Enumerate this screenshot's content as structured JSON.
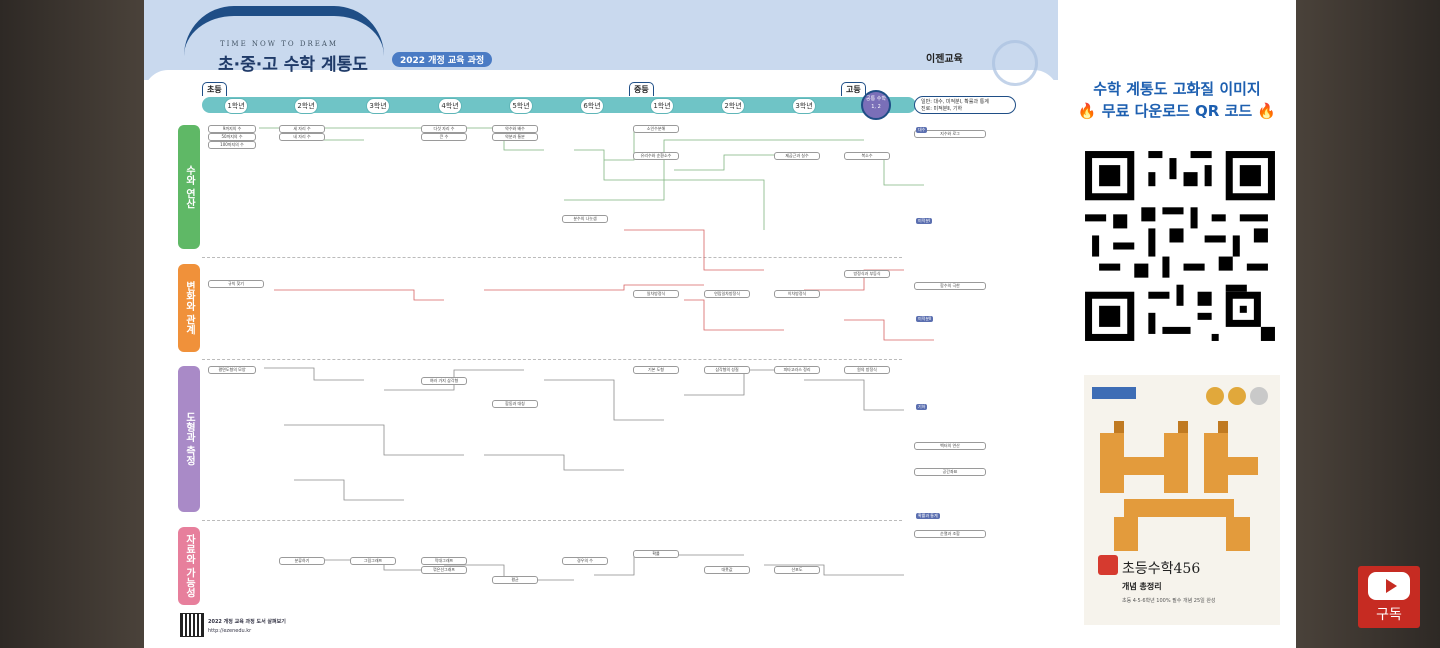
{
  "poster": {
    "tagline": "TIME NOW TO DREAM",
    "title": "초·중·고 수학 계통도",
    "curriculum": "2022 개정 교육 과정",
    "brand": "이젠교육",
    "stages": {
      "elementary": "초등",
      "middle": "중등",
      "high": "고등"
    },
    "elementary_grades": [
      "1학년",
      "2학년",
      "3학년",
      "4학년",
      "5학년",
      "6학년"
    ],
    "middle_grades": [
      "1학년",
      "2학년",
      "3학년"
    ],
    "high_circle": "공통 수학 1, 2",
    "high_box_line1": "일반: 대수, 미적분Ⅰ, 확률과 통계",
    "high_box_line2": "진로: 미적분Ⅱ, 기하",
    "categories": [
      "수와 연산",
      "변화와 관계",
      "도형과 측정",
      "자료와 가능성"
    ],
    "category_colors": [
      "#5fb866",
      "#f0913a",
      "#a98ac7",
      "#e77f9c"
    ],
    "footer_text": "2022 개정 교육 과정 도서 살펴보기",
    "footer_url": "http://ezenedu.kr",
    "nodes": {
      "n1": "9까지의 수",
      "n2": "50까지의 수",
      "n3": "100까지의 수",
      "n4": "세 자리 수",
      "n5": "네 자리 수",
      "n6": "다섯 자리 수",
      "n7": "큰 수",
      "n8": "약수와 배수",
      "n9": "약분과 통분",
      "n10": "분수의 나눗셈",
      "n11": "소인수분해",
      "n12": "유리수와 순환소수",
      "n13": "제곱근과 실수",
      "n14": "복소수",
      "n15": "지수와 로그",
      "n16": "규칙 찾기",
      "n17": "일차방정식",
      "n18": "연립일차방정식",
      "n19": "이차방정식",
      "n20": "방정식과 부등식",
      "n21": "함수의 극한",
      "n22": "평면도형의 모양",
      "n23": "여러 가지 삼각형",
      "n24": "합동과 대칭",
      "n25": "기본 도형",
      "n26": "삼각형의 성질",
      "n27": "피타고라스 정리",
      "n28": "원의 방정식",
      "n29": "벡터의 연산",
      "n30": "공간좌표",
      "n31": "분류하기",
      "n32": "그림그래프",
      "n33": "막대그래프",
      "n34": "꺾은선그래프",
      "n35": "평균",
      "n36": "경우의 수",
      "n37": "확률",
      "n38": "대푯값",
      "n39": "산포도",
      "n40": "순열과 조합"
    },
    "hs_labels": [
      "대수",
      "미적분Ⅰ",
      "미적분Ⅱ",
      "기하",
      "확률과 통계"
    ]
  },
  "sidebar": {
    "promo_line1": "수학 계통도 고화질 이미지",
    "promo_line2": "🔥 무료 다운로드 QR 코드 🔥",
    "book_title": "초등수학456",
    "book_subtitle": "개념 총정리",
    "book_note": "초등 4·5·6학년 100% 필수 개념 25일 완성"
  },
  "youtube": {
    "label": "구독"
  }
}
